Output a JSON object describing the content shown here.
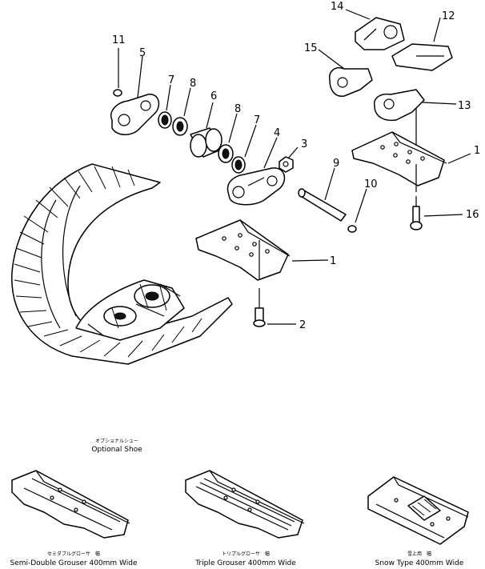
{
  "diagram": {
    "callouts": [
      "14",
      "12",
      "11",
      "5",
      "15",
      "7",
      "8",
      "6",
      "8",
      "7",
      "13",
      "4",
      "3",
      "1",
      "9",
      "10",
      "16",
      "1",
      "2"
    ],
    "optional_heading": {
      "jp": "オプショナルシュー",
      "en": "Optional Shoe"
    },
    "shoes": [
      {
        "jp": "セミダブルグローサ　幅",
        "en": "Semi-Double Grouser 400mm Wide"
      },
      {
        "jp": "トリプルグローサ　幅",
        "en": "Triple Grouser 400mm Wide"
      },
      {
        "jp": "雪上用　幅",
        "en": "Snow Type 400mm Wide"
      }
    ]
  }
}
